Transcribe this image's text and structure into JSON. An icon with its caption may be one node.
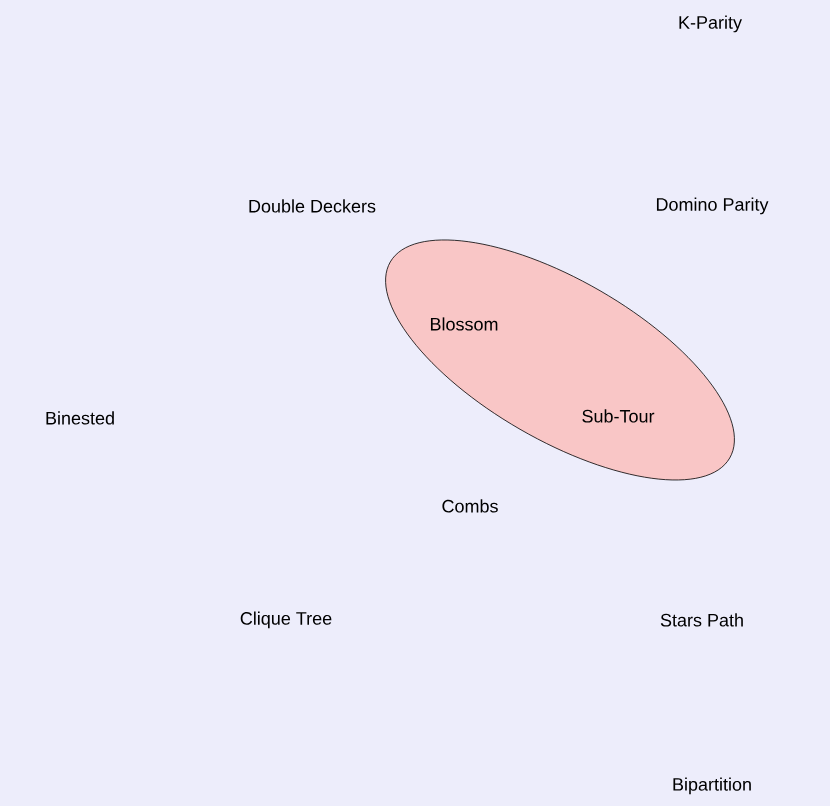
{
  "diagram": {
    "nodes": [
      {
        "text": [
          "Blossom",
          "Sub-Tour"
        ]
      }
    ],
    "labels": [
      "K-Parity",
      "Double Deckers",
      "Domino Parity",
      "Binested",
      "Combs",
      "Clique Tree",
      "Stars Path",
      "Bipartition"
    ]
  }
}
